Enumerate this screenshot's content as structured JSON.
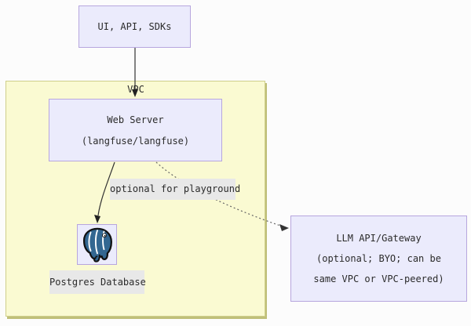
{
  "diagram": {
    "client_box": {
      "label": "UI, API, SDKs"
    },
    "vpc": {
      "label": "VPC"
    },
    "web_server": {
      "line1": "Web Server",
      "line2": "(langfuse/langfuse)"
    },
    "edges": {
      "playground_label": "optional for playground"
    },
    "postgres": {
      "label": "Postgres Database",
      "icon": "postgresql-elephant-icon"
    },
    "llm_box": {
      "line1": "LLM API/Gateway",
      "line2": "(optional; BYO; can be",
      "line3": "same VPC or VPC-peered)"
    },
    "colors": {
      "node_fill": "#ebebfc",
      "node_border": "#b7a6de",
      "vpc_fill": "#fafad2",
      "vpc_border": "#cfcf8a",
      "edge_label_bg": "#e8e8e8",
      "arrow_solid": "#333333",
      "arrow_dashed": "#666666",
      "postgres_blue": "#336791"
    }
  }
}
